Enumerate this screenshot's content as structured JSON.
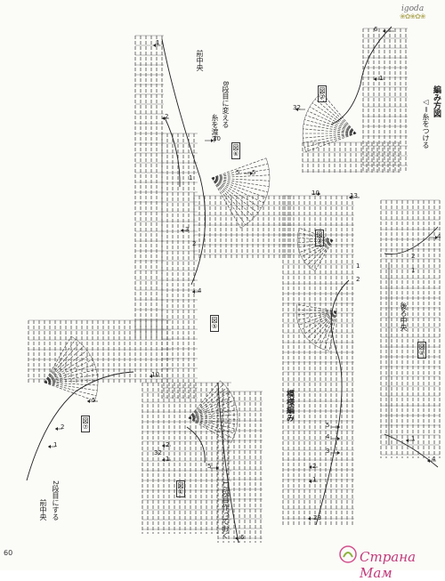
{
  "header": {
    "logo_text": "igoda",
    "logo_ornament": "❀✿❀✿❀"
  },
  "footer": {
    "page_number": "60",
    "watermark": "Страна Мам"
  },
  "titles": {
    "amikata": "編み方図",
    "ito_tsukeru": "◁＝糸をつける",
    "moyou": "模様編み"
  },
  "figures": {
    "fig1": "図①",
    "fig2": "図②",
    "fig3": "図③",
    "fig4": "図④",
    "fig5": "図⑤",
    "fig6": "図⑥",
    "fig7": "図⑦"
  },
  "notes": {
    "mae_chuo_1": "前中央",
    "mae_chuo_2": "前中央",
    "ushiro_chuo": "後ろ中央",
    "dan8": "8段目に変える",
    "ito_watasu": "糸を渡す",
    "dan2": "2段目にする",
    "dan17": "17段目作っておく"
  },
  "row_numbers": {
    "fig2": [
      "6",
      "1",
      "32"
    ],
    "fig3": [
      "13",
      "10",
      "1",
      "2"
    ],
    "fig4": [
      "4",
      "2",
      "1"
    ],
    "fig5": [
      "5",
      "4",
      "3",
      "2",
      "1",
      "10"
    ],
    "fig6": [
      "10",
      "5",
      "2",
      "1"
    ],
    "fig7": [
      "5",
      "2",
      "1"
    ],
    "fig1": [
      "5",
      "2",
      "1",
      "32",
      "6"
    ],
    "moyou": [
      "5",
      "4",
      "3",
      "2",
      "1",
      "23"
    ],
    "lower_right": [
      "4",
      "1"
    ]
  }
}
